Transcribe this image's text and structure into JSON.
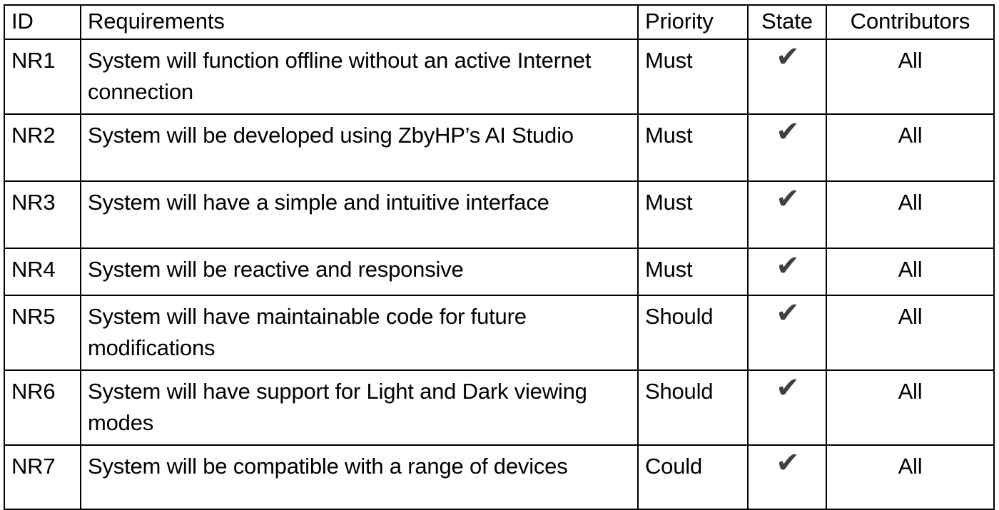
{
  "table": {
    "columns": [
      {
        "key": "id",
        "label": "ID"
      },
      {
        "key": "requirements",
        "label": "Requirements"
      },
      {
        "key": "priority",
        "label": "Priority"
      },
      {
        "key": "state",
        "label": "State"
      },
      {
        "key": "contributors",
        "label": "Contributors"
      }
    ],
    "state_icon": "check-mark-icon",
    "state_glyph": "✔",
    "state_color": "#404040",
    "rows": [
      {
        "id": "NR1",
        "requirements": "System will function offline without an active Internet connection",
        "priority": "Must",
        "state": "✔",
        "contributors": "All",
        "lines": 2
      },
      {
        "id": "NR2",
        "requirements": "System will be developed using ZbyHP’s AI Studio",
        "priority": "Must",
        "state": "✔",
        "contributors": "All",
        "lines": 2
      },
      {
        "id": "NR3",
        "requirements": "System will have a simple and intuitive interface",
        "priority": "Must",
        "state": "✔",
        "contributors": "All",
        "lines": 2
      },
      {
        "id": "NR4",
        "requirements": "System will be reactive and responsive",
        "priority": "Must",
        "state": "✔",
        "contributors": "All",
        "lines": 1
      },
      {
        "id": "NR5",
        "requirements": "System will have maintainable code for future modifications",
        "priority": "Should",
        "state": "✔",
        "contributors": "All",
        "lines": 2
      },
      {
        "id": "NR6",
        "requirements": "System will have support for Light and Dark viewing modes",
        "priority": "Should",
        "state": "✔",
        "contributors": "All",
        "lines": 2
      },
      {
        "id": "NR7",
        "requirements": "System will be compatible with a range of devices",
        "priority": "Could",
        "state": "✔",
        "contributors": "All",
        "lines": 2
      }
    ]
  }
}
